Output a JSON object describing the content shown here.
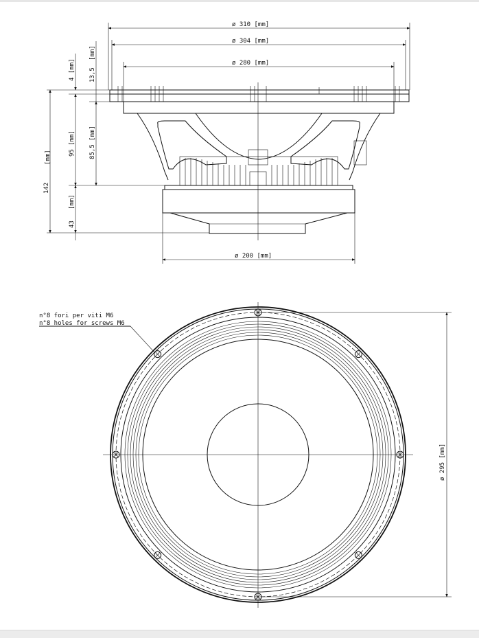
{
  "side_view": {
    "dim_outer_diameter": "ø 310  [mm]",
    "dim_mount_diameter": "ø 304  [mm]",
    "dim_baffle_diameter": "ø 280  [mm]",
    "dim_magnet_diameter": "ø 200  [mm]",
    "dim_total_depth": "142",
    "dim_total_depth_unit": "[mm]",
    "dim_flange": "4 [mm]",
    "dim_frame_depth": "95 [mm]",
    "dim_magnet_depth": "43",
    "dim_magnet_depth_unit": "[mm]",
    "dim_flange_thickness": "13,5",
    "dim_flange_thickness_unit": "[mm]",
    "dim_basket_depth": "85,5  [mm]"
  },
  "front_view": {
    "note_italian": "n°8 fori per viti M6",
    "note_english": "n°8 holes for screws M6",
    "dim_hole_circle": "ø 295  [mm]",
    "mounting_holes": 8
  }
}
